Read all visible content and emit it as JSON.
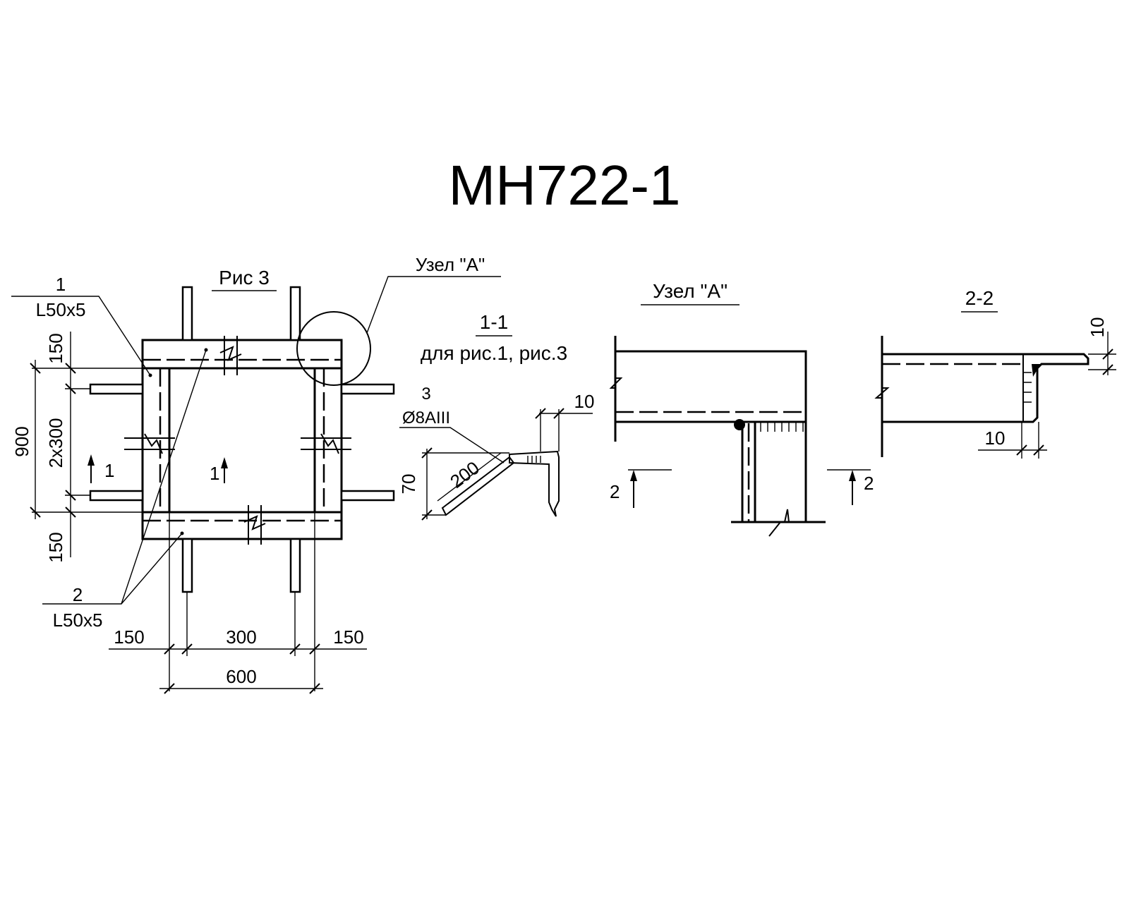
{
  "title": "МН722-1",
  "labels": {
    "fig3": "Рис 3",
    "node_a_callout": "Узел \"А\"",
    "node_a_title": "Узел \"А\"",
    "section_1_1": "1-1",
    "section_1_1_note": "для рис.1, рис.3",
    "section_2_2": "2-2",
    "pos1_num": "1",
    "pos1_profile": "L50x5",
    "pos2_num": "2",
    "pos2_profile": "L50x5",
    "pos3_num": "3",
    "pos3_rebar": "Ø8AIII",
    "cut1_left": "1",
    "cut1_center": "1",
    "cut2_left": "2",
    "cut2_right": "2"
  },
  "dimensions": {
    "top_150": "150",
    "total_900": "900",
    "mid_2x300": "2x300",
    "bottom_150": "150",
    "bottom_left_150": "150",
    "bottom_mid_300": "300",
    "bottom_right_150": "150",
    "overall_600": "600",
    "s11_10": "10",
    "s11_70": "70",
    "s11_200": "200",
    "s22_10_top": "10",
    "s22_10_bottom": "10"
  }
}
